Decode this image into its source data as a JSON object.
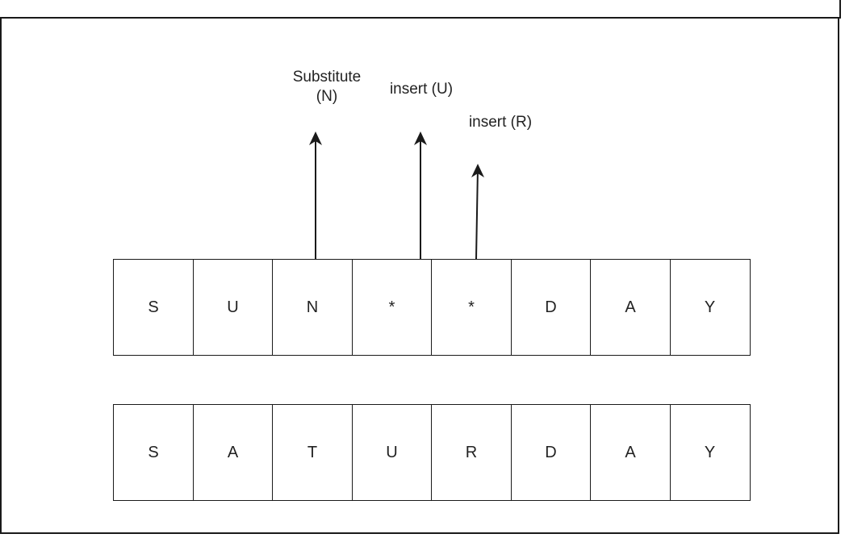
{
  "annotations": {
    "substitute_line1": "Substitute",
    "substitute_line2": "(N)",
    "insert_u": "insert (U)",
    "insert_r": "insert (R)"
  },
  "top_row": [
    "S",
    "U",
    "N",
    "*",
    "*",
    "D",
    "A",
    "Y"
  ],
  "bottom_row": [
    "S",
    "A",
    "T",
    "U",
    "R",
    "D",
    "A",
    "Y"
  ],
  "colors": {
    "stroke": "#1a1a1a",
    "text": "#222222",
    "background": "#ffffff"
  }
}
